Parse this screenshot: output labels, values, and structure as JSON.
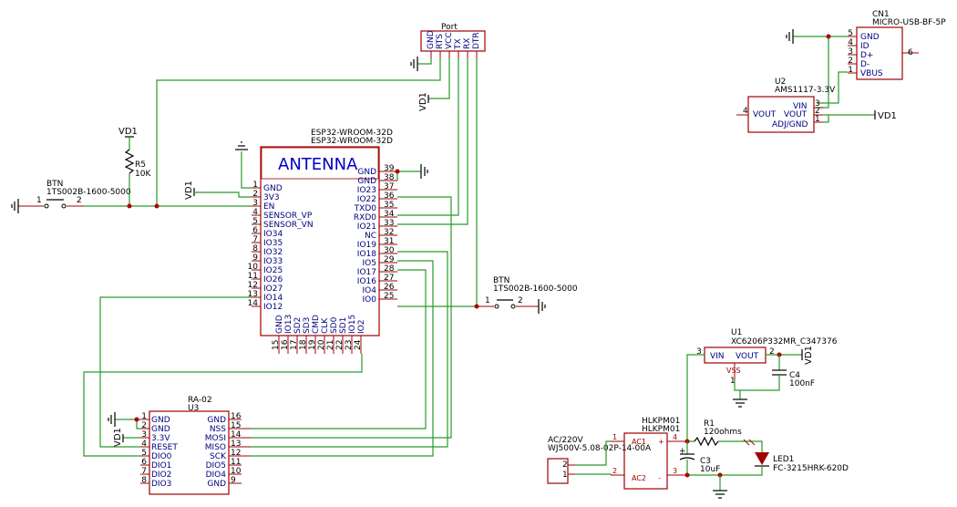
{
  "colors": {
    "wire": "#2a9a2a",
    "body": "#a00000",
    "pin_label": "#000080",
    "junction": "#b00000",
    "title_blue": "#0000c0"
  },
  "port": {
    "title": "Port",
    "pins": [
      "GND",
      "RTS",
      "VCC",
      "TX",
      "RX",
      "DTR"
    ]
  },
  "net_labels": {
    "vd1": "VD1"
  },
  "r5": {
    "ref": "R5",
    "value": "10K"
  },
  "btn1": {
    "ref": "BTN",
    "value": "1TS002B-1600-5000",
    "pin1": "1",
    "pin2": "2"
  },
  "btn2": {
    "ref": "BTN",
    "value": "1TS002B-1600-5000",
    "pin1": "1",
    "pin2": "2"
  },
  "esp32": {
    "name1": "ESP32-WROOM-32D",
    "name2": "ESP32-WROOM-32D",
    "antenna": "ANTENNA",
    "left_pins": [
      {
        "num": "1",
        "name": "GND"
      },
      {
        "num": "2",
        "name": "3V3"
      },
      {
        "num": "3",
        "name": "EN"
      },
      {
        "num": "4",
        "name": "SENSOR_VP"
      },
      {
        "num": "5",
        "name": "SENSOR_VN"
      },
      {
        "num": "6",
        "name": "IO34"
      },
      {
        "num": "7",
        "name": "IO35"
      },
      {
        "num": "8",
        "name": "IO32"
      },
      {
        "num": "9",
        "name": "IO33"
      },
      {
        "num": "10",
        "name": "IO25"
      },
      {
        "num": "11",
        "name": "IO26"
      },
      {
        "num": "12",
        "name": "IO27"
      },
      {
        "num": "13",
        "name": "IO14"
      },
      {
        "num": "14",
        "name": "IO12"
      }
    ],
    "right_pins": [
      {
        "num": "39",
        "name": "GND"
      },
      {
        "num": "38",
        "name": "GND"
      },
      {
        "num": "37",
        "name": "IO23"
      },
      {
        "num": "36",
        "name": "IO22"
      },
      {
        "num": "35",
        "name": "TXD0"
      },
      {
        "num": "34",
        "name": "RXD0"
      },
      {
        "num": "33",
        "name": "IO21"
      },
      {
        "num": "32",
        "name": "NC"
      },
      {
        "num": "31",
        "name": "IO19"
      },
      {
        "num": "30",
        "name": "IO18"
      },
      {
        "num": "29",
        "name": "IO5"
      },
      {
        "num": "28",
        "name": "IO17"
      },
      {
        "num": "27",
        "name": "IO16"
      },
      {
        "num": "26",
        "name": "IO4"
      },
      {
        "num": "25",
        "name": "IO0"
      }
    ],
    "bottom_pins": [
      {
        "num": "15",
        "name": "GND"
      },
      {
        "num": "16",
        "name": "IO13"
      },
      {
        "num": "17",
        "name": "SD2"
      },
      {
        "num": "18",
        "name": "SD3"
      },
      {
        "num": "19",
        "name": "CMD"
      },
      {
        "num": "20",
        "name": "CLK"
      },
      {
        "num": "21",
        "name": "SD0"
      },
      {
        "num": "22",
        "name": "SD1"
      },
      {
        "num": "23",
        "name": "IO15"
      },
      {
        "num": "24",
        "name": "IO2"
      }
    ]
  },
  "ra02": {
    "ref": "RA-02",
    "des": "U3",
    "left_pins": [
      {
        "num": "1",
        "name": "GND"
      },
      {
        "num": "2",
        "name": "GND"
      },
      {
        "num": "3",
        "name": "3.3V"
      },
      {
        "num": "4",
        "name": "RESET"
      },
      {
        "num": "5",
        "name": "DIO0"
      },
      {
        "num": "6",
        "name": "DIO1"
      },
      {
        "num": "7",
        "name": "DIO2"
      },
      {
        "num": "8",
        "name": "DIO3"
      }
    ],
    "right_pins": [
      {
        "num": "16",
        "name": "GND"
      },
      {
        "num": "15",
        "name": "NSS"
      },
      {
        "num": "14",
        "name": "MOSI"
      },
      {
        "num": "13",
        "name": "MISO"
      },
      {
        "num": "12",
        "name": "SCK"
      },
      {
        "num": "11",
        "name": "DIO5"
      },
      {
        "num": "10",
        "name": "DIO4"
      },
      {
        "num": "9",
        "name": "GND"
      }
    ]
  },
  "cn1": {
    "ref": "CN1",
    "value": "MICRO-USB-BF-5P",
    "pins": [
      {
        "num": "5",
        "name": "GND"
      },
      {
        "num": "4",
        "name": "ID"
      },
      {
        "num": "3",
        "name": "D+"
      },
      {
        "num": "2",
        "name": "D-"
      },
      {
        "num": "1",
        "name": "VBUS"
      }
    ],
    "pin6": "6"
  },
  "u2": {
    "ref": "U2",
    "value": "AMS1117-3.3V",
    "vin": "VIN",
    "vout_r": "VOUT",
    "vout_l": "VOUT",
    "adj": "ADJ/GND",
    "p3": "3",
    "p2": "2",
    "p1": "1",
    "p4": "4"
  },
  "u1": {
    "ref": "U1",
    "value": "XC6206P332MR_C347376",
    "vin": "VIN",
    "vout": "VOUT",
    "vss": "VSS",
    "p3": "3",
    "p2": "2",
    "p1": "1"
  },
  "c4": {
    "ref": "C4",
    "value": "100nF"
  },
  "c3": {
    "ref": "C3",
    "value": "10uF"
  },
  "r1": {
    "ref": "R1",
    "value": "120ohms"
  },
  "led1": {
    "ref": "LED1",
    "value": "FC-3215HRK-620D"
  },
  "hlk": {
    "ref": "HLKPM01",
    "value": "HLKPM01",
    "ac1": "AC1",
    "ac2": "AC2",
    "plus": "+",
    "minus": "-",
    "p1": "1",
    "p2": "2",
    "p3": "3",
    "p4": "4"
  },
  "ac_conn": {
    "ref": "AC/220V",
    "value": "WJ500V-5.08-02P-14-00A",
    "p1": "1",
    "p2": "2"
  }
}
